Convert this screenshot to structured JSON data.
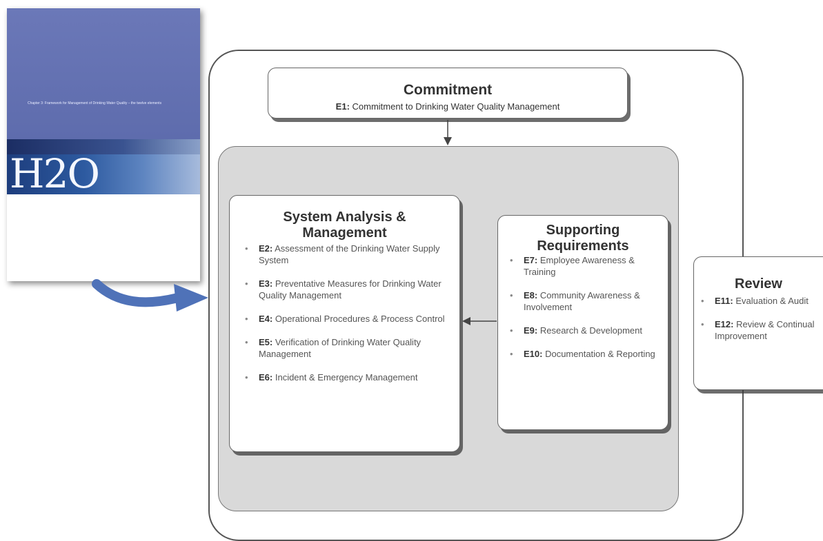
{
  "cover": {
    "subtitle": "Chapter 3: Framework for Management of Drinking Water Quality – the twelve elements",
    "logo": "H2O"
  },
  "commitment": {
    "title": "Commitment",
    "element": {
      "key": "E1:",
      "text": " Commitment to Drinking Water Quality Management"
    }
  },
  "system": {
    "title_line1": "System Analysis &",
    "title_line2": "Management",
    "items": [
      {
        "key": "E2:",
        "text": " Assessment of the Drinking Water Supply System"
      },
      {
        "key": "E3:",
        "text": " Preventative Measures for Drinking Water Quality Management"
      },
      {
        "key": "E4:",
        "text": " Operational Procedures & Process Control"
      },
      {
        "key": "E5:",
        "text": " Verification of Drinking Water Quality Management"
      },
      {
        "key": "E6:",
        "text": " Incident & Emergency Management"
      }
    ]
  },
  "supporting": {
    "title_line1": "Supporting",
    "title_line2": "Requirements",
    "items": [
      {
        "key": "E7:",
        "text": " Employee Awareness & Training"
      },
      {
        "key": "E8:",
        "text": " Community Awareness & Involvement"
      },
      {
        "key": "E9:",
        "text": " Research & Development"
      },
      {
        "key": "E10:",
        "text": " Documentation & Reporting"
      }
    ]
  },
  "review": {
    "title": "Review",
    "items": [
      {
        "key": "E11:",
        "text": " Evaluation & Audit"
      },
      {
        "key": "E12:",
        "text": " Review & Continual Improvement"
      }
    ]
  },
  "bullet": "•",
  "colors": {
    "cover_blue": "#6b78b8",
    "arrow_blue": "#4f72b8",
    "panel_grey": "#d9d9d9"
  }
}
